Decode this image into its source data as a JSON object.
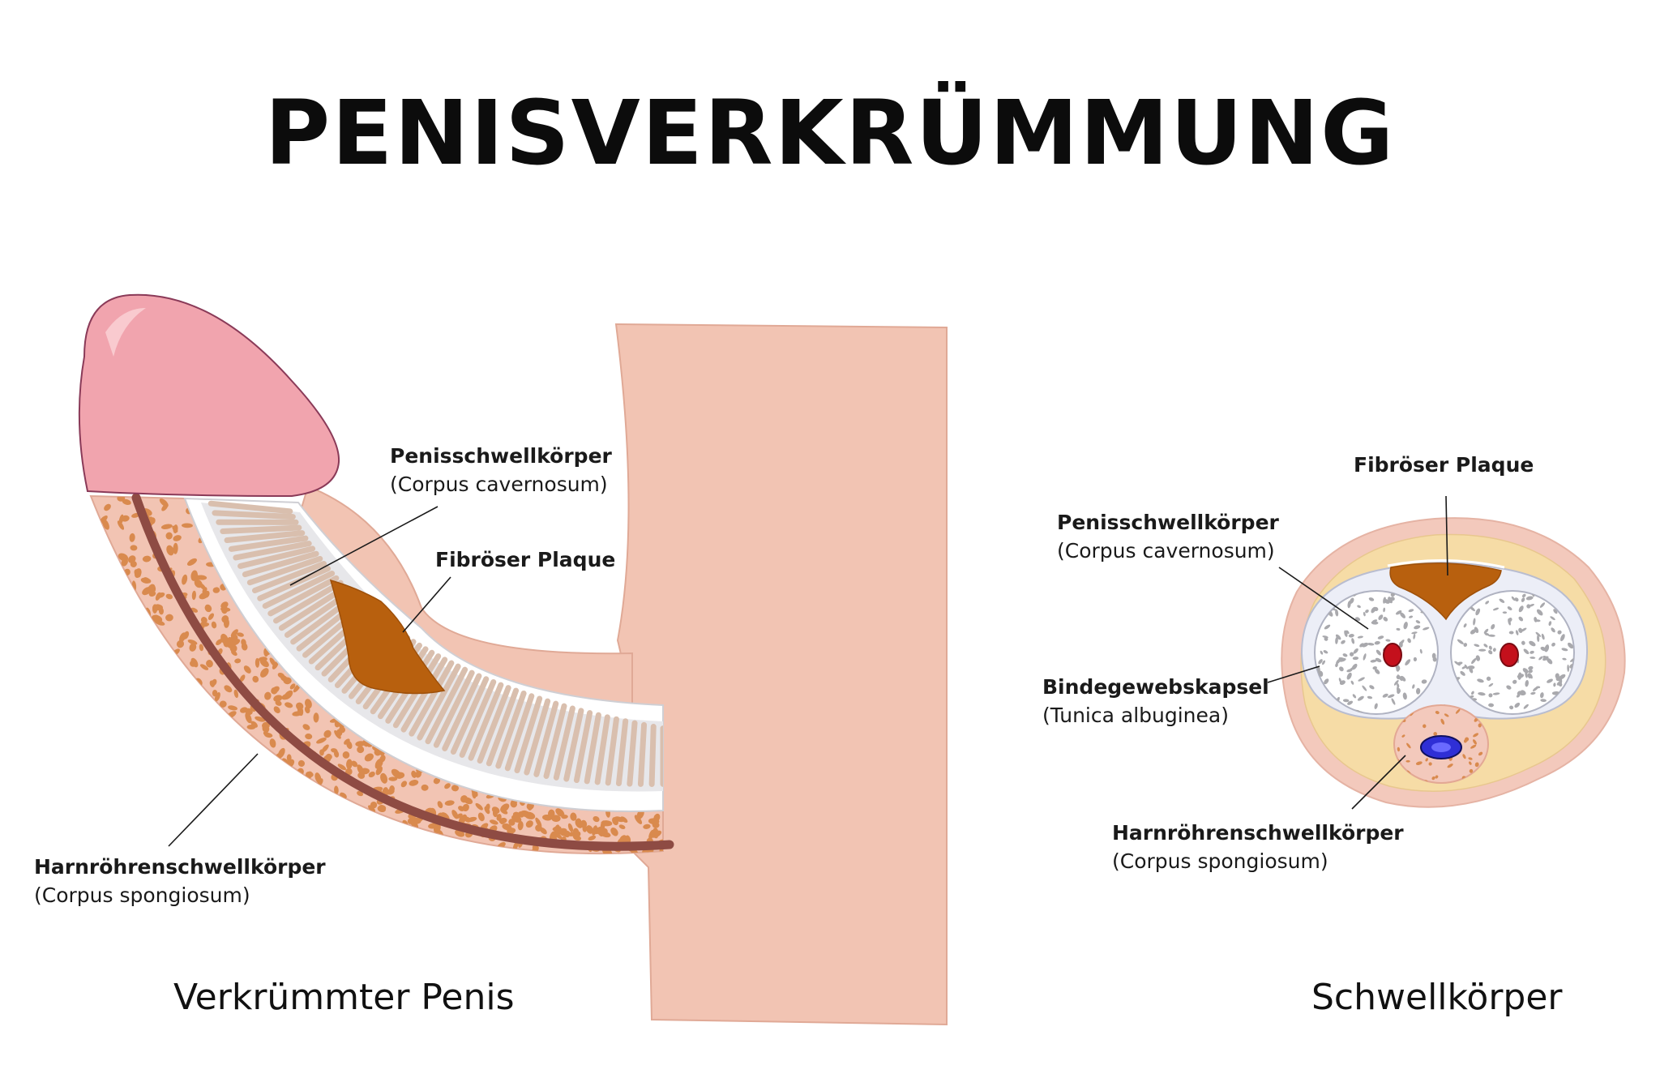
{
  "title": "PENISVERKRÜMMUNG",
  "left_panel": {
    "caption": "Verkrümmter Penis",
    "label_cavernosum": {
      "name": "Penisschwellkörper",
      "latin": "(Corpus cavernosum)"
    },
    "label_plaque": {
      "name": "Fibröser Plaque"
    },
    "label_spongiosum": {
      "name": "Harnröhrenschwellkörper",
      "latin": "(Corpus spongiosum)"
    }
  },
  "right_panel": {
    "caption": "Schwellkörper",
    "label_plaque": {
      "name": "Fibröser Plaque"
    },
    "label_cavernosum": {
      "name": "Penisschwellkörper",
      "latin": "(Corpus cavernosum)"
    },
    "label_tunica": {
      "name": "Bindegewebskapsel",
      "latin": "(Tunica albuginea)"
    },
    "label_spongiosum": {
      "name": "Harnröhrenschwellkörper",
      "latin": "(Corpus spongiosum)"
    }
  },
  "colors": {
    "skin": "#f2c4b3",
    "skin_outline": "#e0a996",
    "glans": "#f1a4ae",
    "glans_outline": "#8a3a58",
    "plaque": "#b8600e",
    "urethra_wall": "#8e4b43",
    "cavernosum_fill": "#e7e7ea",
    "trabeculae": "#d9bfae",
    "dots": "#d98a4e",
    "tunica": "#f6dca6",
    "artery": "#c4101c",
    "urethra_lumen": "#2f2fd6"
  }
}
